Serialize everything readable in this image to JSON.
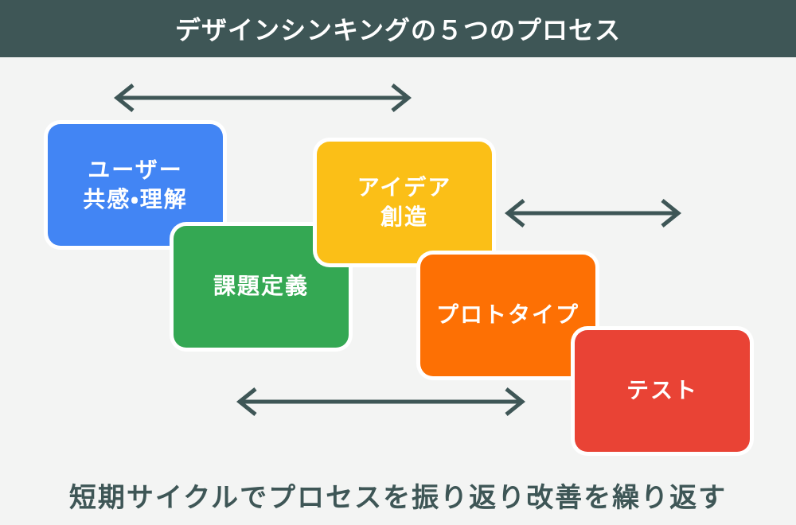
{
  "page_bg": "#f3f4f3",
  "header": {
    "title": "デザインシンキングの５つのプロセス",
    "bg": "#3e5656",
    "text_color": "#ffffff"
  },
  "steps": [
    {
      "id": "user-empathy",
      "label_lines": [
        "ユーザー",
        "共感・理解"
      ],
      "color": "#4285f4"
    },
    {
      "id": "problem-definition",
      "label_lines": [
        "課題定義"
      ],
      "color": "#34a853"
    },
    {
      "id": "ideation",
      "label_lines": [
        "アイデア",
        "創造"
      ],
      "color": "#fbbf17"
    },
    {
      "id": "prototype",
      "label_lines": [
        "プロトタイプ"
      ],
      "color": "#fd7004"
    },
    {
      "id": "test",
      "label_lines": [
        "テスト"
      ],
      "color": "#e94335"
    }
  ],
  "arrows": {
    "color": "#3e5656",
    "items": [
      {
        "id": "double-arrow-top"
      },
      {
        "id": "double-arrow-right"
      },
      {
        "id": "double-arrow-bottom"
      }
    ]
  },
  "footer": {
    "caption": "短期サイクルでプロセスを振り返り改善を繰り返す",
    "color": "#3e5656"
  }
}
